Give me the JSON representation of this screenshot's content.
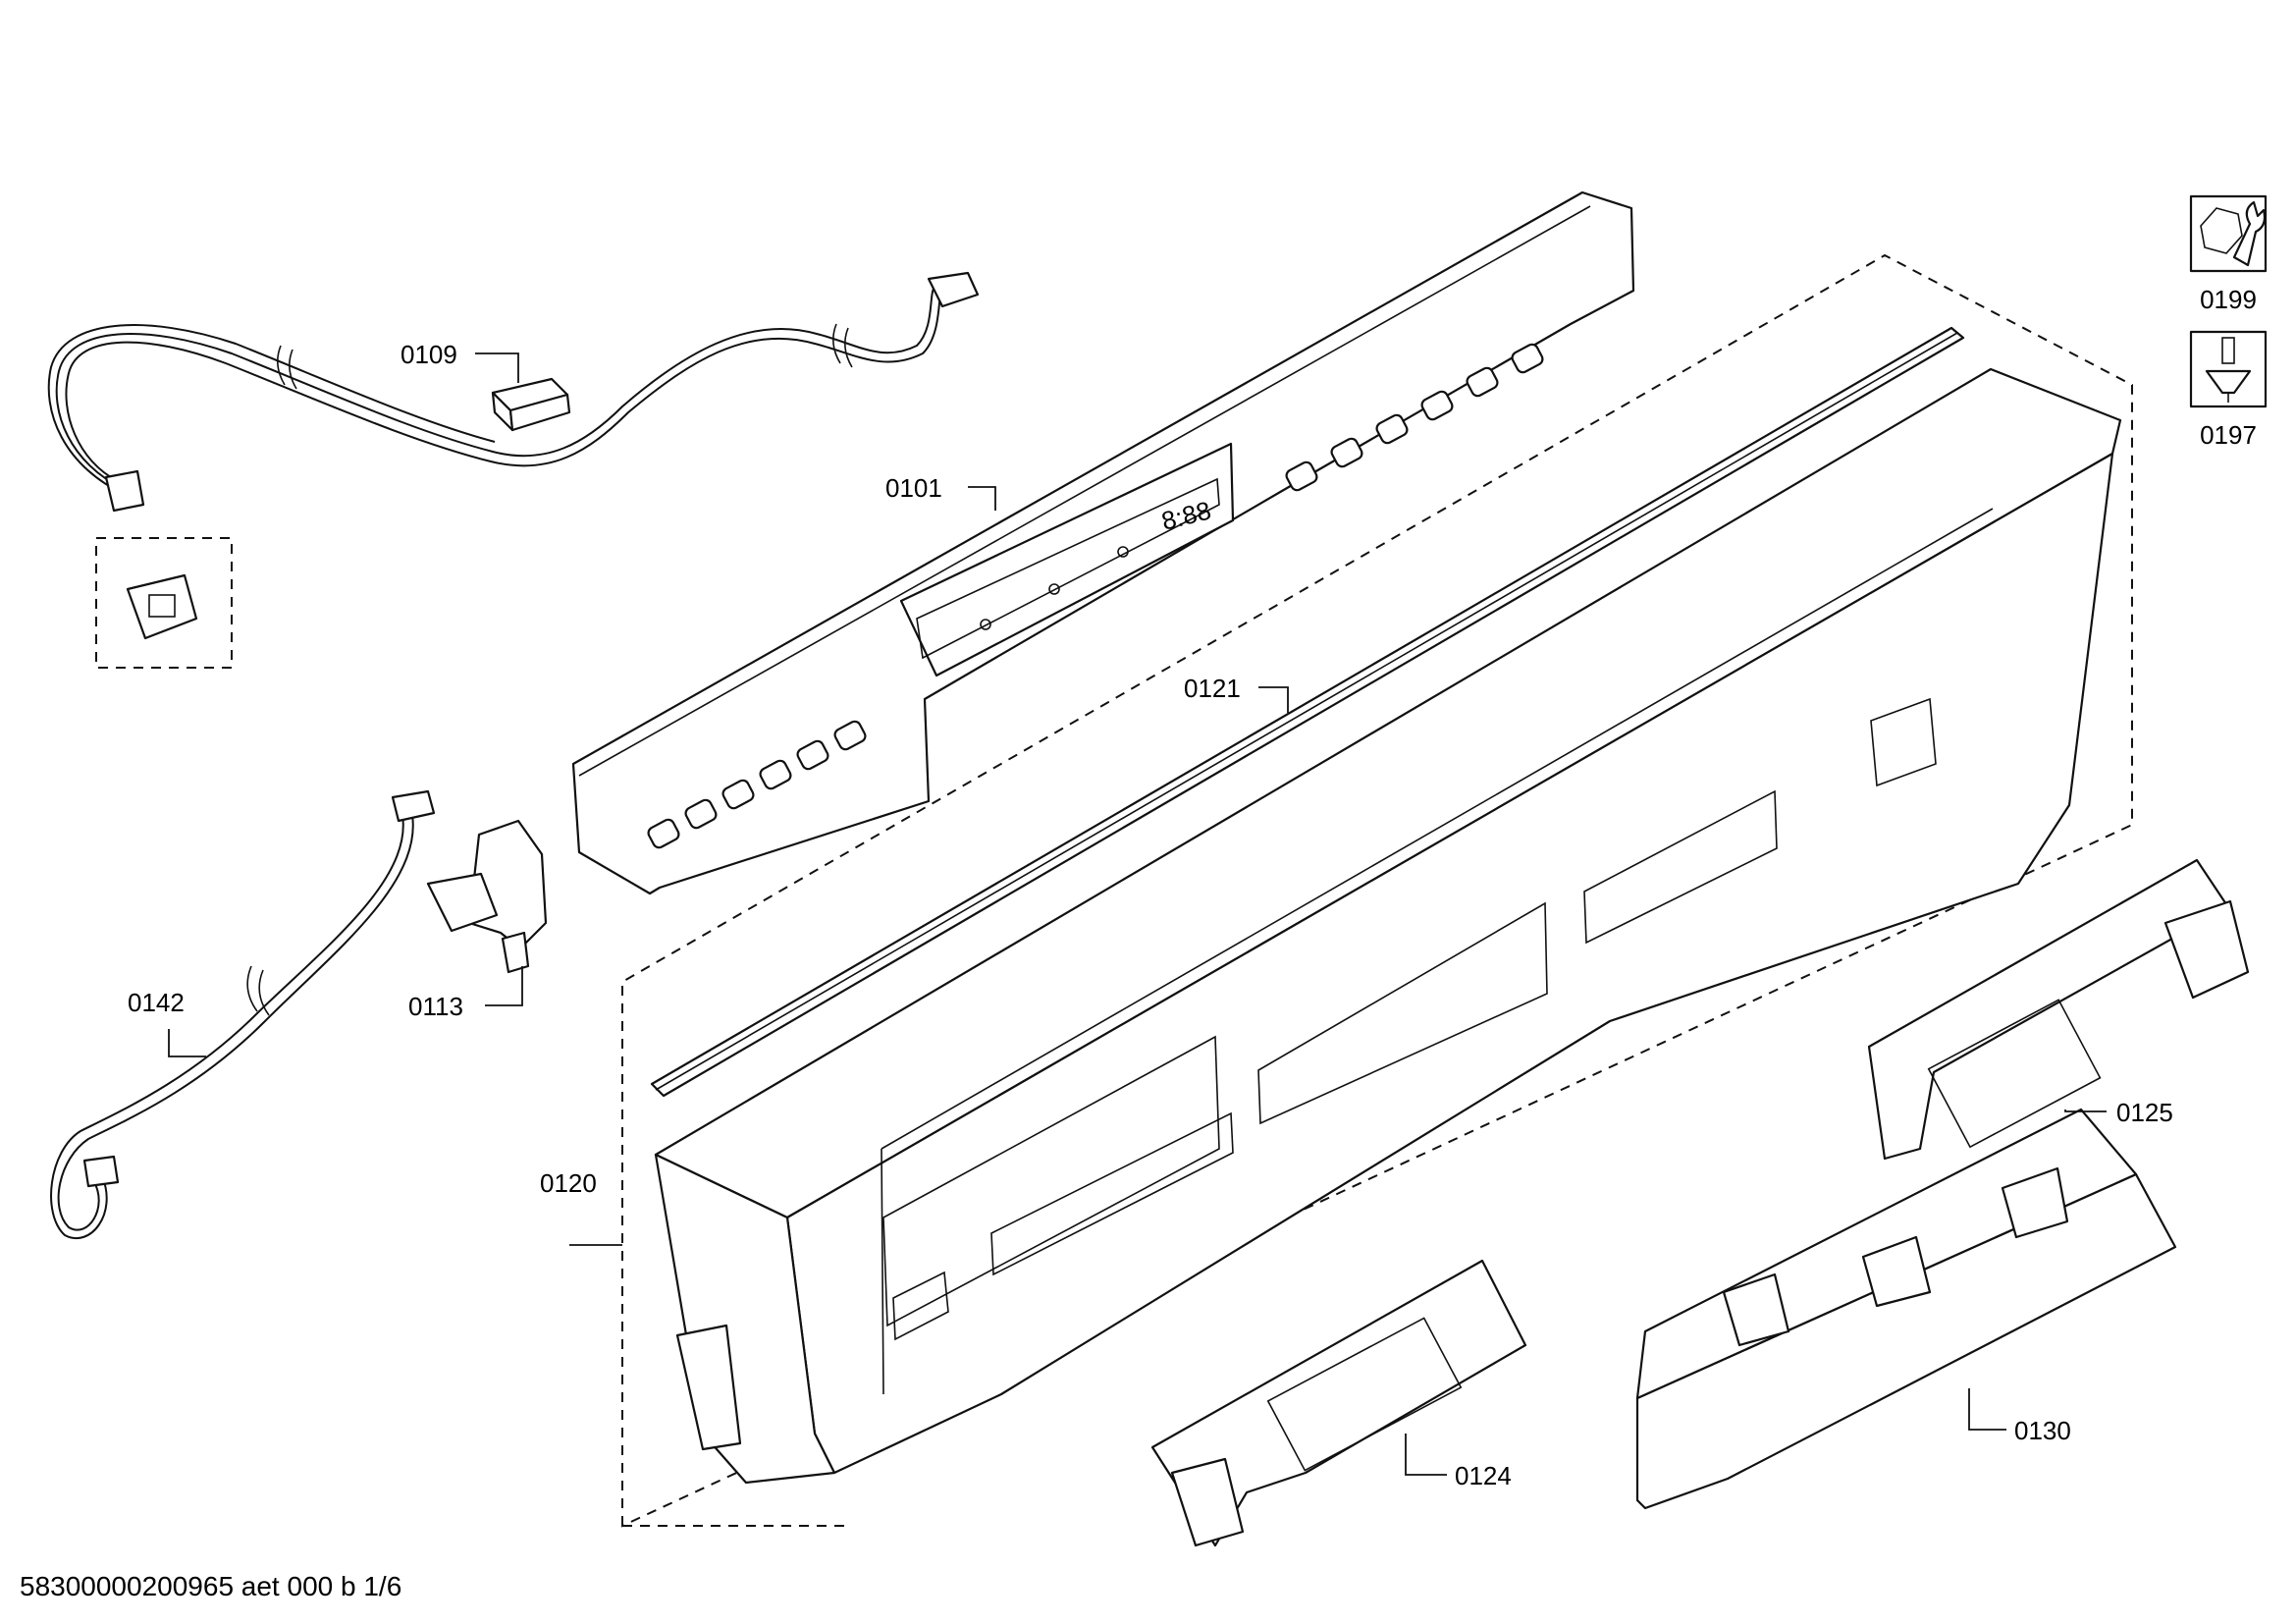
{
  "parts": [
    {
      "id": "p0109",
      "label": "0109"
    },
    {
      "id": "p0101",
      "label": "0101"
    },
    {
      "id": "p0121",
      "label": "0121"
    },
    {
      "id": "p0120",
      "label": "0120"
    },
    {
      "id": "p0113",
      "label": "0113"
    },
    {
      "id": "p0142",
      "label": "0142"
    },
    {
      "id": "p0125",
      "label": "0125"
    },
    {
      "id": "p0124",
      "label": "0124"
    },
    {
      "id": "p0130",
      "label": "0130"
    }
  ],
  "icons": {
    "tool_wrench": {
      "label": "0199",
      "icon": "wrench-nut-icon"
    },
    "tool_screw": {
      "label": "0197",
      "icon": "screw-icon"
    }
  },
  "display_digits": "8:88",
  "footer": "58300000200965 aet 000 b 1/6"
}
